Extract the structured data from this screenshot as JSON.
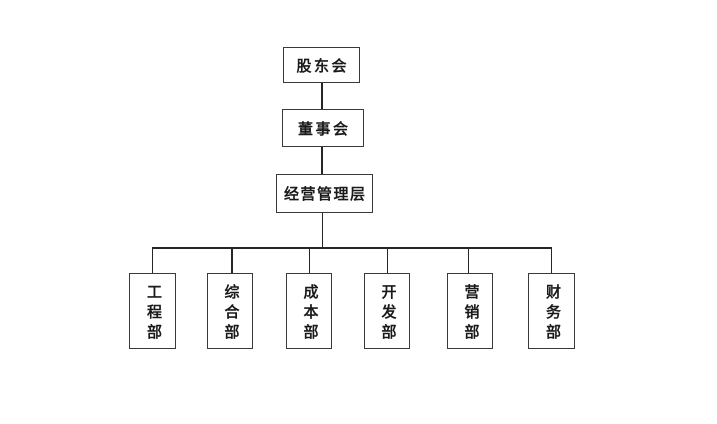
{
  "org_chart": {
    "type": "org-chart",
    "root": {
      "label": "股东会"
    },
    "level2": {
      "label": "董事会"
    },
    "level3": {
      "label": "经营管理层"
    },
    "departments": [
      {
        "label": "工程部"
      },
      {
        "label": "综合部"
      },
      {
        "label": "成本部"
      },
      {
        "label": "开发部"
      },
      {
        "label": "营销部"
      },
      {
        "label": "财务部"
      }
    ],
    "colors": {
      "background": "#ffffff",
      "box_border": "#3a3a3a",
      "connector_line": "#262626",
      "text": "#1a1a1a"
    }
  }
}
